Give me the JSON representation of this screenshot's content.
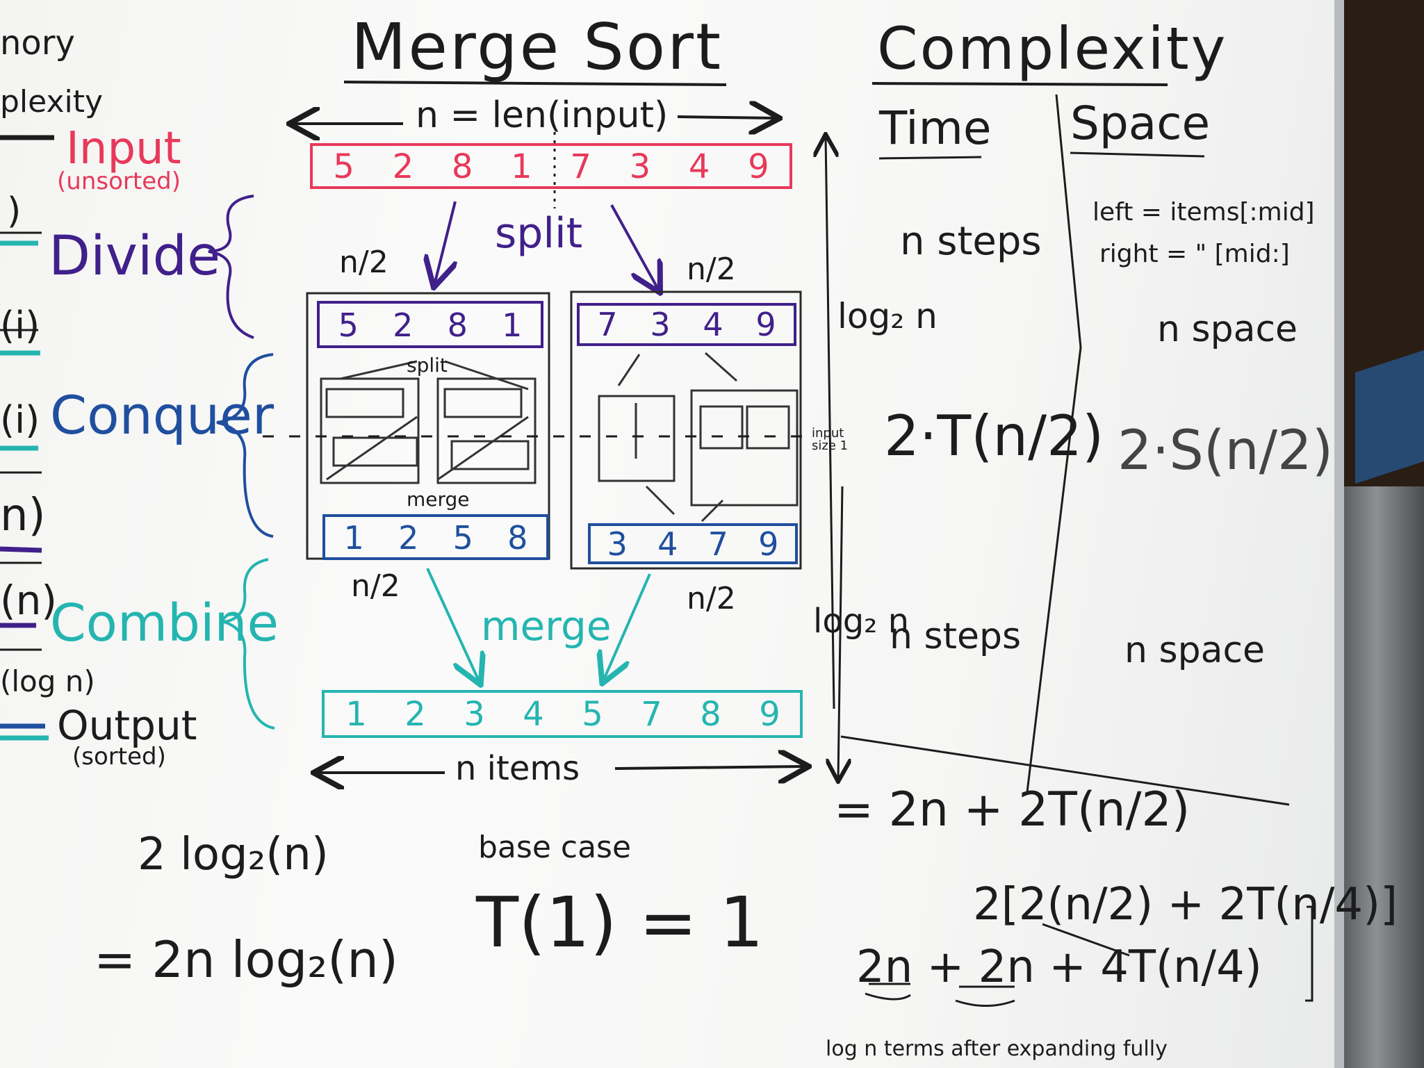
{
  "left_edge": {
    "top_words": [
      "nory",
      "plexity"
    ],
    "fragments": [
      ")",
      "(i)",
      "(i)",
      "n)",
      "(n)",
      "(log n)"
    ]
  },
  "labels": {
    "input": "Input",
    "input_sub": "(unsorted)",
    "divide": "Divide",
    "conquer": "Conquer",
    "combine": "Combine",
    "output": "Output",
    "output_sub": "(sorted)"
  },
  "merge_sort": {
    "title": "Merge Sort",
    "length_label": "n = len(input)",
    "input_array": [
      "5",
      "2",
      "8",
      "1",
      "7",
      "3",
      "4",
      "9"
    ],
    "split_label": "split",
    "half_label": "n/2",
    "left_half": [
      "5",
      "2",
      "8",
      "1"
    ],
    "right_half": [
      "7",
      "3",
      "4",
      "9"
    ],
    "inner_split": "split",
    "inner_merge": "merge",
    "left_sorted": [
      "1",
      "2",
      "5",
      "8"
    ],
    "right_sorted": [
      "3",
      "4",
      "7",
      "9"
    ],
    "merge_label": "merge",
    "output_array": [
      "1",
      "2",
      "3",
      "4",
      "5",
      "7",
      "8",
      "9"
    ],
    "items_label": "n items",
    "input_size_note": "input size 1"
  },
  "complexity": {
    "title": "Complexity",
    "time_header": "Time",
    "space_header": "Space",
    "log_top": "log₂ n",
    "log_bottom": "log₂ n",
    "time_divide": "n steps",
    "time_conquer": "2·T(n/2)",
    "time_combine": "n steps",
    "space_code_1": "left = items[:mid]",
    "space_code_2": "right = \" [mid:]",
    "space_divide": "n space",
    "space_conquer": "2·S(n/2)",
    "space_combine": "n space"
  },
  "recurrence": {
    "line1": "= 2n + 2T(n/2)",
    "line2": "2[2(n/2) + 2T(n/4)]",
    "line3": "2n + 2n + 4T(n/4)",
    "note": "log n terms after expanding fully"
  },
  "bottom_left": {
    "line1": "2 log₂(n)",
    "line2": "= 2n log₂(n)",
    "base_case_label": "base case",
    "base_case": "T(1) = 1"
  },
  "colors": {
    "red": "#e8395a",
    "purple": "#40208a",
    "blue": "#1f4f9e",
    "teal": "#25b5b0",
    "black": "#1c1c1c"
  }
}
